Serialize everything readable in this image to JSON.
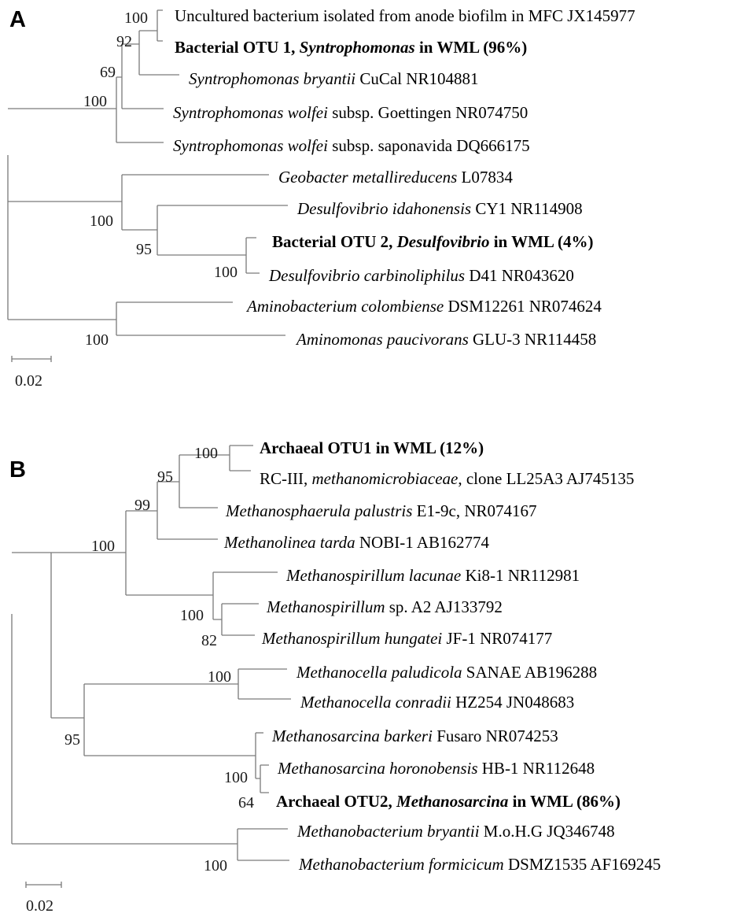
{
  "panels": [
    {
      "id": "A",
      "label": "A",
      "scale_bar": "0.02",
      "taxa": [
        {
          "segments": [
            {
              "t": "Uncultured bacterium isolated from anode biofilm in MFC JX145977",
              "i": false
            }
          ],
          "bold": false
        },
        {
          "segments": [
            {
              "t": "Bacterial OTU 1, ",
              "i": false
            },
            {
              "t": "Syntrophomonas",
              "i": true
            },
            {
              "t": " in WML (96%)",
              "i": false
            }
          ],
          "bold": true
        },
        {
          "segments": [
            {
              "t": "Syntrophomonas bryantii",
              "i": true
            },
            {
              "t": " CuCal NR104881",
              "i": false
            }
          ],
          "bold": false
        },
        {
          "segments": [
            {
              "t": "Syntrophomonas wolfei",
              "i": true
            },
            {
              "t": " subsp. Goettingen NR074750",
              "i": false
            }
          ],
          "bold": false
        },
        {
          "segments": [
            {
              "t": "Syntrophomonas wolfei",
              "i": true
            },
            {
              "t": " subsp. saponavida DQ666175",
              "i": false
            }
          ],
          "bold": false
        },
        {
          "segments": [
            {
              "t": "Geobacter metallireducens",
              "i": true
            },
            {
              "t": " L07834",
              "i": false
            }
          ],
          "bold": false
        },
        {
          "segments": [
            {
              "t": "Desulfovibrio idahonensis",
              "i": true
            },
            {
              "t": " CY1 NR114908",
              "i": false
            }
          ],
          "bold": false
        },
        {
          "segments": [
            {
              "t": "Bacterial OTU 2, ",
              "i": false
            },
            {
              "t": "Desulfovibrio",
              "i": true
            },
            {
              "t": " in WML (4%)",
              "i": false
            }
          ],
          "bold": true
        },
        {
          "segments": [
            {
              "t": "Desulfovibrio carbinoliphilus",
              "i": true
            },
            {
              "t": " D41 NR043620",
              "i": false
            }
          ],
          "bold": false
        },
        {
          "segments": [
            {
              "t": "Aminobacterium colombiense",
              "i": true
            },
            {
              "t": " DSM12261 NR074624",
              "i": false
            }
          ],
          "bold": false
        },
        {
          "segments": [
            {
              "t": "Aminomonas paucivorans",
              "i": true
            },
            {
              "t": " GLU-3 NR114458",
              "i": false
            }
          ],
          "bold": false
        }
      ],
      "bootstraps": [
        "100",
        "92",
        "69",
        "100",
        "100",
        "95",
        "100",
        "100"
      ]
    },
    {
      "id": "B",
      "label": "B",
      "scale_bar": "0.02",
      "taxa": [
        {
          "segments": [
            {
              "t": "Archaeal OTU1 in WML (12%)",
              "i": false
            }
          ],
          "bold": true
        },
        {
          "segments": [
            {
              "t": "RC-III, ",
              "i": false
            },
            {
              "t": "methanomicrobiaceae",
              "i": true
            },
            {
              "t": ", clone LL25A3 AJ745135",
              "i": false
            }
          ],
          "bold": false
        },
        {
          "segments": [
            {
              "t": "Methanosphaerula palustris",
              "i": true
            },
            {
              "t": " E1-9c, NR074167",
              "i": false
            }
          ],
          "bold": false
        },
        {
          "segments": [
            {
              "t": "Methanolinea tarda",
              "i": true
            },
            {
              "t": " NOBI-1 AB162774",
              "i": false
            }
          ],
          "bold": false
        },
        {
          "segments": [
            {
              "t": "Methanospirillum lacunae",
              "i": true
            },
            {
              "t": " Ki8-1 NR112981",
              "i": false
            }
          ],
          "bold": false
        },
        {
          "segments": [
            {
              "t": "Methanospirillum",
              "i": true
            },
            {
              "t": " sp. A2 AJ133792",
              "i": false
            }
          ],
          "bold": false
        },
        {
          "segments": [
            {
              "t": "Methanospirillum hungatei",
              "i": true
            },
            {
              "t": " JF-1 NR074177",
              "i": false
            }
          ],
          "bold": false
        },
        {
          "segments": [
            {
              "t": "Methanocella paludicola",
              "i": true
            },
            {
              "t": " SANAE AB196288",
              "i": false
            }
          ],
          "bold": false
        },
        {
          "segments": [
            {
              "t": "Methanocella conradii",
              "i": true
            },
            {
              "t": " HZ254 JN048683",
              "i": false
            }
          ],
          "bold": false
        },
        {
          "segments": [
            {
              "t": "Methanosarcina barkeri",
              "i": true
            },
            {
              "t": " Fusaro NR074253",
              "i": false
            }
          ],
          "bold": false
        },
        {
          "segments": [
            {
              "t": "Methanosarcina horonobensis",
              "i": true
            },
            {
              "t": " HB-1 NR112648",
              "i": false
            }
          ],
          "bold": false
        },
        {
          "segments": [
            {
              "t": "Archaeal OTU2, ",
              "i": false
            },
            {
              "t": "Methanosarcina",
              "i": true
            },
            {
              "t": " in WML (86%)",
              "i": false
            }
          ],
          "bold": true
        },
        {
          "segments": [
            {
              "t": "Methanobacterium bryantii",
              "i": true
            },
            {
              "t": " M.o.H.G JQ346748",
              "i": false
            }
          ],
          "bold": false
        },
        {
          "segments": [
            {
              "t": "Methanobacterium formicicum",
              "i": true
            },
            {
              "t": " DSMZ1535 AF169245",
              "i": false
            }
          ],
          "bold": false
        }
      ],
      "bootstraps": [
        "100",
        "95",
        "99",
        "100",
        "100",
        "82",
        "100",
        "95",
        "100",
        "64",
        "100"
      ]
    }
  ]
}
